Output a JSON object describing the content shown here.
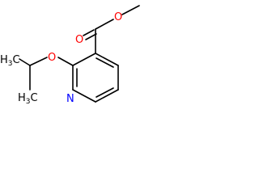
{
  "molecule": {
    "atoms": {
      "o_methyl_ester": "O",
      "o_carbonyl": "O",
      "o_ether": "O",
      "n_ring": "N",
      "ch3_top": {
        "main": "H",
        "sub": "3",
        "end": "C"
      },
      "ch3_bottom": {
        "main": "H",
        "sub": "3",
        "end": "C"
      }
    },
    "colors": {
      "oxygen": "#ff0000",
      "nitrogen": "#0000ff",
      "carbon": "#000000",
      "bond": "#000000"
    }
  }
}
